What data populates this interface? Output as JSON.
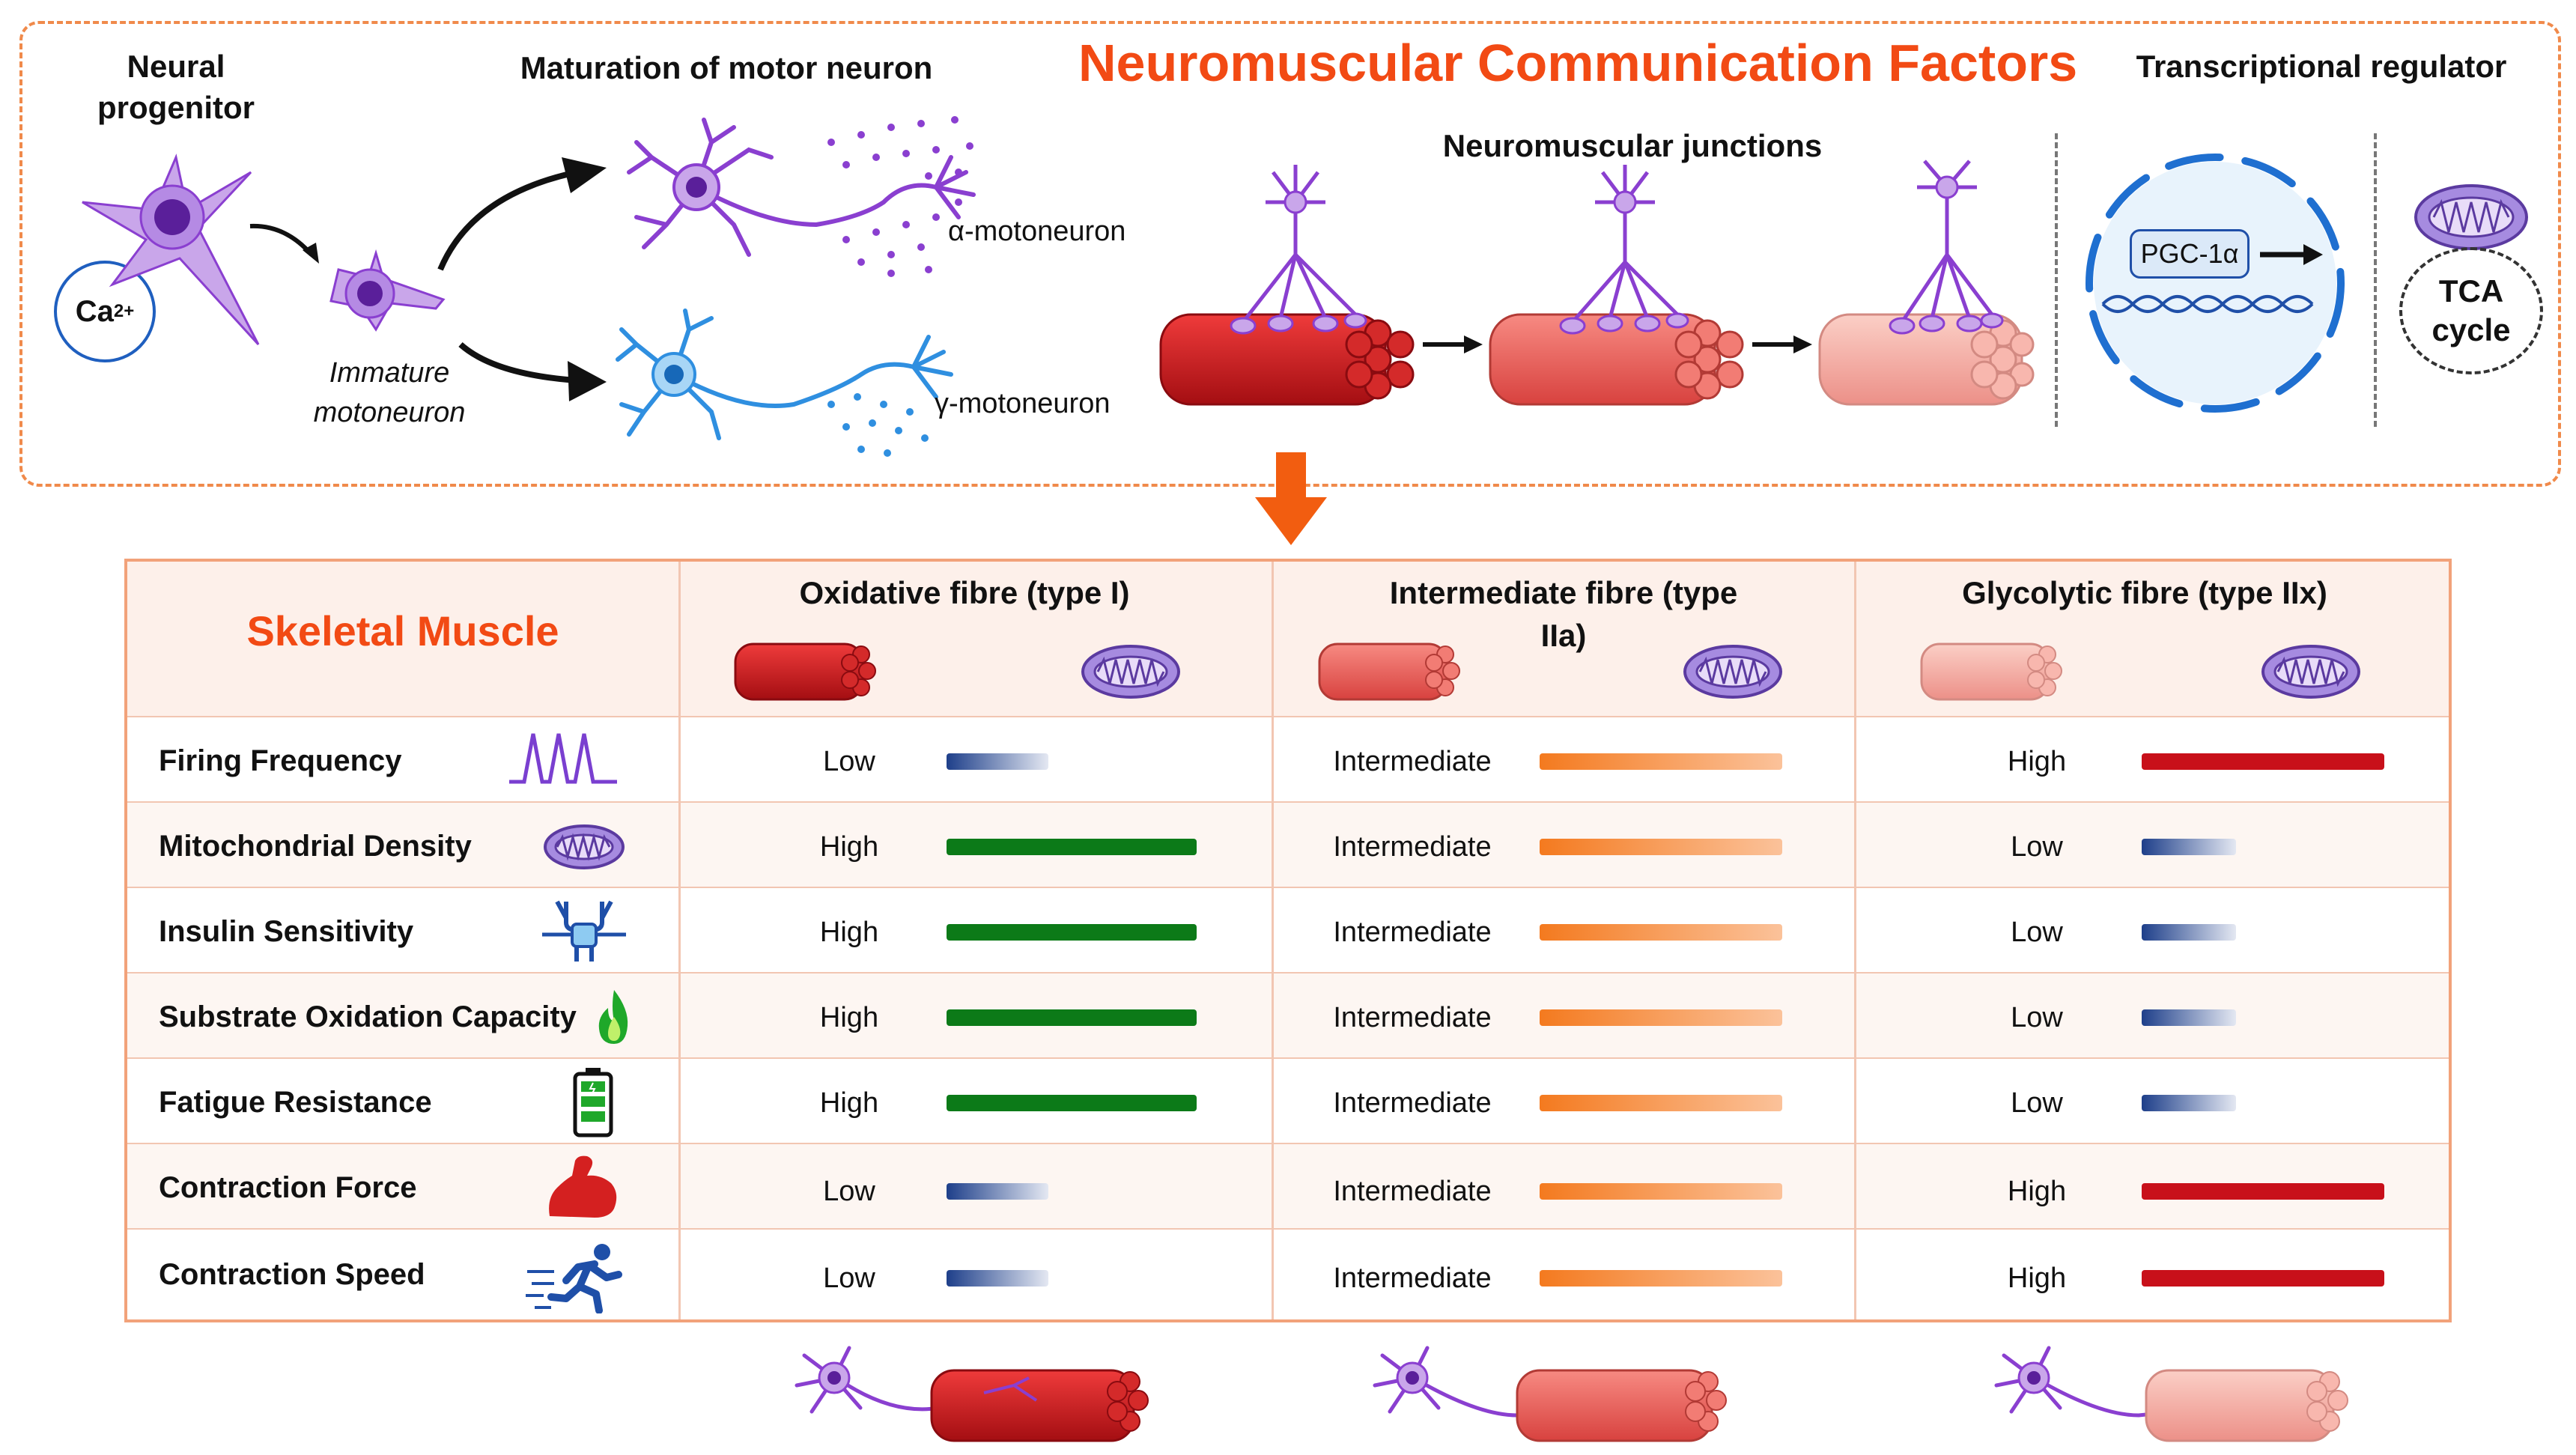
{
  "top": {
    "title": "Neuromuscular Communication Factors",
    "neural_progenitor": "Neural progenitor",
    "calcium": "Ca",
    "calcium_sup": "2+",
    "immature": "Immature motoneuron",
    "maturation": "Maturation of motor neuron",
    "alpha": "α-motoneuron",
    "gamma": "γ-motoneuron",
    "nmj": "Neuromuscular junctions",
    "transcriptional": "Transcriptional regulator",
    "pgc": "PGC-1α",
    "tca": "TCA cycle"
  },
  "table": {
    "header_title": "Skeletal Muscle",
    "columns": [
      {
        "label": "Oxidative fibre (type I)",
        "accent": "#d61f1f"
      },
      {
        "label": "Intermediate fibre (type IIa)",
        "accent": "#ee6b66"
      },
      {
        "label": "Glycolytic fibre (type IIx)",
        "accent": "#f4a09a"
      }
    ],
    "rows": [
      {
        "label": "Firing Frequency",
        "icon": "spike-train-icon",
        "values": [
          "Low",
          "Intermediate",
          "High"
        ],
        "levels": [
          "low",
          "intermediate",
          "high"
        ]
      },
      {
        "label": "Mitochondrial Density",
        "icon": "mitochondrion-icon",
        "values": [
          "High",
          "Intermediate",
          "Low"
        ],
        "levels": [
          "high",
          "intermediate",
          "low"
        ]
      },
      {
        "label": "Insulin Sensitivity",
        "icon": "insulin-receptor-icon",
        "values": [
          "High",
          "Intermediate",
          "Low"
        ],
        "levels": [
          "high",
          "intermediate",
          "low"
        ]
      },
      {
        "label": "Substrate Oxidation Capacity",
        "icon": "flame-icon",
        "values": [
          "High",
          "Intermediate",
          "Low"
        ],
        "levels": [
          "high",
          "intermediate",
          "low"
        ]
      },
      {
        "label": "Fatigue Resistance",
        "icon": "battery-icon",
        "values": [
          "High",
          "Intermediate",
          "Low"
        ],
        "levels": [
          "high",
          "intermediate",
          "low"
        ]
      },
      {
        "label": "Contraction Force",
        "icon": "flexed-arm-icon",
        "values": [
          "Low",
          "Intermediate",
          "High"
        ],
        "levels": [
          "low",
          "intermediate",
          "high"
        ]
      },
      {
        "label": "Contraction Speed",
        "icon": "running-person-icon",
        "values": [
          "Low",
          "Intermediate",
          "High"
        ],
        "levels": [
          "low",
          "intermediate",
          "high"
        ]
      }
    ]
  },
  "colors": {
    "title_orange": "#f24a14",
    "panel_border": "#f08a4b",
    "neuron_purple": "#8a3fd0",
    "neuron_blue": "#2f8fe0",
    "high_green": "#0c7a18",
    "intermediate_orange": "#f47a1f",
    "high_red": "#c8101a",
    "low_blue": "#1e3f8a"
  }
}
